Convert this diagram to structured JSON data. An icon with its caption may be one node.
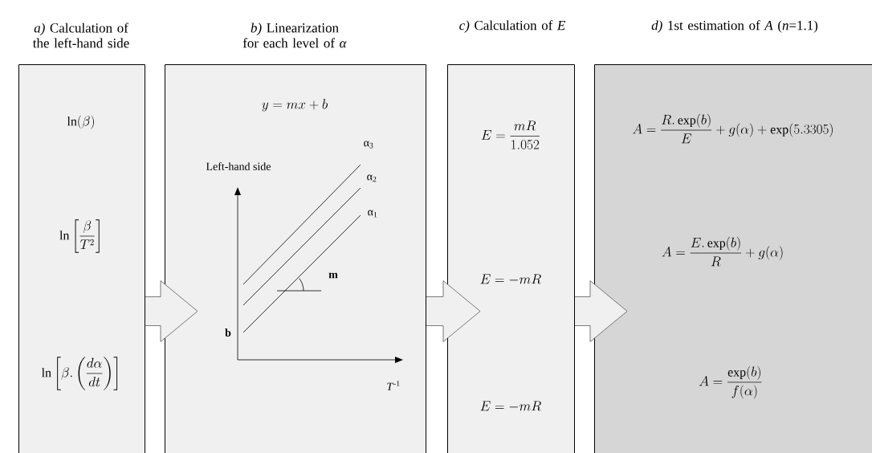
{
  "diagram": {
    "nodes": [
      {
        "text": [
          "*a)* Calculation of the left-hand side",
          "\\ln(\\beta)",
          "\\ln\\left[\\frac{\\beta}{T^{2}}\\right]",
          "\\ln\\left[\\beta.\\left(\\frac{d\\alpha}{dt}\\right)\\right]"
        ]
      },
      {
        "text": [
          "*b)* Linearization for each level of *α*",
          "y=mx+b"
        ]
      },
      {
        "text": [
          "*c)* Calculation of *E*",
          "E=\\frac{mR}{1.052}",
          "E=-mR",
          "E=-mR"
        ]
      },
      {
        "text": [
          "*d)* 1st estimation of *A* (*n*=1.1)",
          "A=\\frac{R.\\exp(b)}{E}+g(\\alpha)+\\exp(5.3305)",
          "A=\\frac{E.\\exp(b)}{R}+g(\\alpha)",
          "A=\\frac{\\exp(b)}{f(\\alpha)}"
        ]
      }
    ],
    "edges": [
      {
        "from": 0,
        "to": 1,
        "arrow": "to"
      },
      {
        "from": 1,
        "to": 2,
        "arrow": "to"
      },
      {
        "from": 2,
        "to": 3,
        "arrow": "to"
      }
    ],
    "labels": [
      "Left-hand side",
      "α$_{3}$",
      "α$_{2}$",
      "α$_{1}$",
      "**m**",
      "**b**",
      "*T*$^{-1}$"
    ]
  }
}
